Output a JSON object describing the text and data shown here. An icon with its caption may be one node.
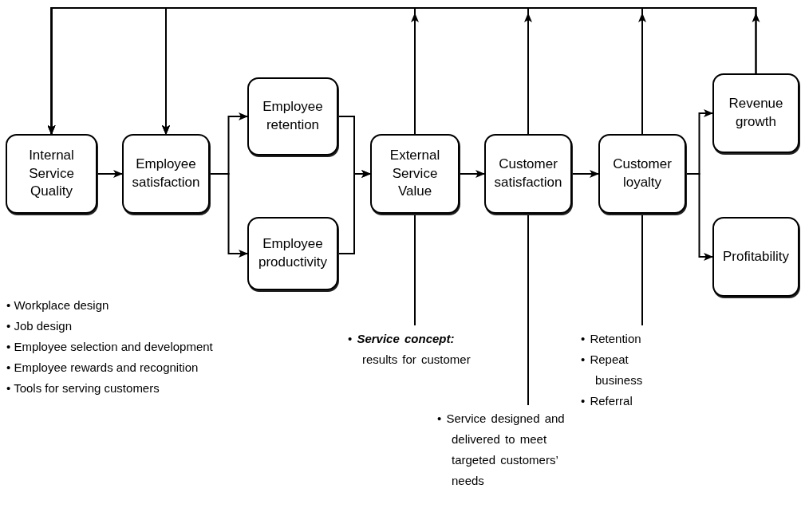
{
  "diagram": {
    "nodes": [
      {
        "text": [
          "Internal Service Quality"
        ]
      },
      {
        "text": [
          "Employee satisfaction"
        ]
      },
      {
        "text": [
          "Employee retention"
        ]
      },
      {
        "text": [
          "Employee productivity"
        ]
      },
      {
        "text": [
          "External Service Value"
        ]
      },
      {
        "text": [
          "Customer satisfaction"
        ]
      },
      {
        "text": [
          "Customer loyalty"
        ]
      },
      {
        "text": [
          "Revenue growth"
        ]
      },
      {
        "text": [
          "Profitability"
        ]
      },
      {
        "text": [
          "• **Service concept:** results for customer"
        ]
      },
      {
        "text": [
          "• Service designed and delivered to meet targeted customers’ needs"
        ]
      },
      {
        "text": [
          "• Retention",
          "• Repeat business",
          "• Referral"
        ]
      }
    ],
    "edges": [
      {
        "from": 0,
        "to": 1,
        "arrow": "to"
      },
      {
        "from": 1,
        "to": 2,
        "arrow": "to"
      },
      {
        "from": 1,
        "to": 3,
        "arrow": "to"
      },
      {
        "from": 2,
        "to": 4,
        "arrow": "to"
      },
      {
        "from": 3,
        "to": 4,
        "arrow": "to"
      },
      {
        "from": 4,
        "to": 5,
        "arrow": "to"
      },
      {
        "from": 5,
        "to": 6,
        "arrow": "to"
      },
      {
        "from": 6,
        "to": 7,
        "arrow": "to"
      },
      {
        "from": 6,
        "to": 8,
        "arrow": "to"
      },
      {
        "from": 9,
        "to": 4,
        "arrow": "none"
      },
      {
        "from": 10,
        "to": 5,
        "arrow": "none"
      },
      {
        "from": 11,
        "to": 6,
        "arrow": "none"
      },
      {
        "from": 4,
        "to": 0,
        "arrow": "to"
      },
      {
        "from": 4,
        "to": 1,
        "arrow": "to"
      },
      {
        "from": 5,
        "to": 0,
        "arrow": "to"
      },
      {
        "from": 5,
        "to": 1,
        "arrow": "to"
      },
      {
        "from": 6,
        "to": 0,
        "arrow": "to"
      },
      {
        "from": 6,
        "to": 1,
        "arrow": "to"
      },
      {
        "from": 7,
        "to": 0,
        "arrow": "to"
      },
      {
        "from": 7,
        "to": 1,
        "arrow": "to"
      }
    ],
    "labels": [
      "• Workplace design",
      "• Job design",
      "• Employee selection and development",
      "• Employee rewards and recognition",
      "• Tools for serving customers"
    ]
  }
}
